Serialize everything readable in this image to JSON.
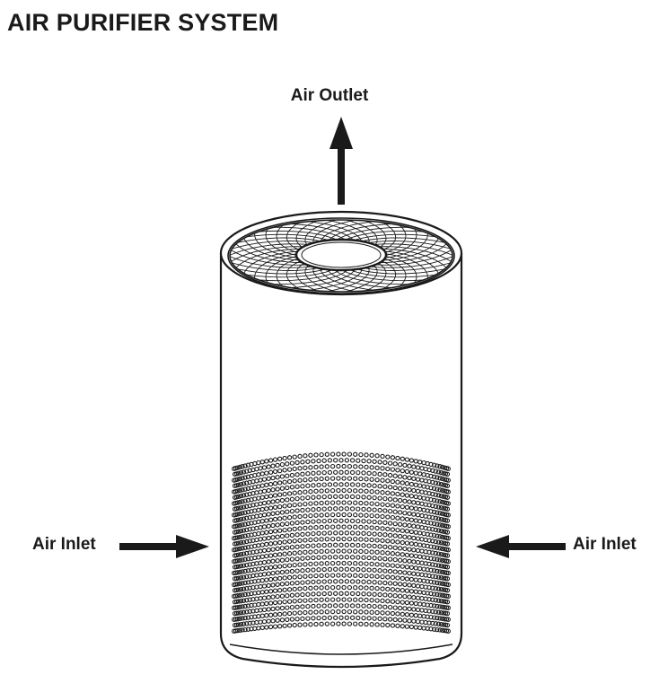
{
  "title": "AIR PURIFIER SYSTEM",
  "labels": {
    "outlet": "Air Outlet",
    "inlet_left": "Air Inlet",
    "inlet_right": "Air Inlet"
  },
  "colors": {
    "ink": "#1a1a1a",
    "background": "#ffffff"
  },
  "icons": {
    "outlet_arrow": "arrow-up-icon",
    "inlet_left_arrow": "arrow-right-icon",
    "inlet_right_arrow": "arrow-left-icon"
  }
}
